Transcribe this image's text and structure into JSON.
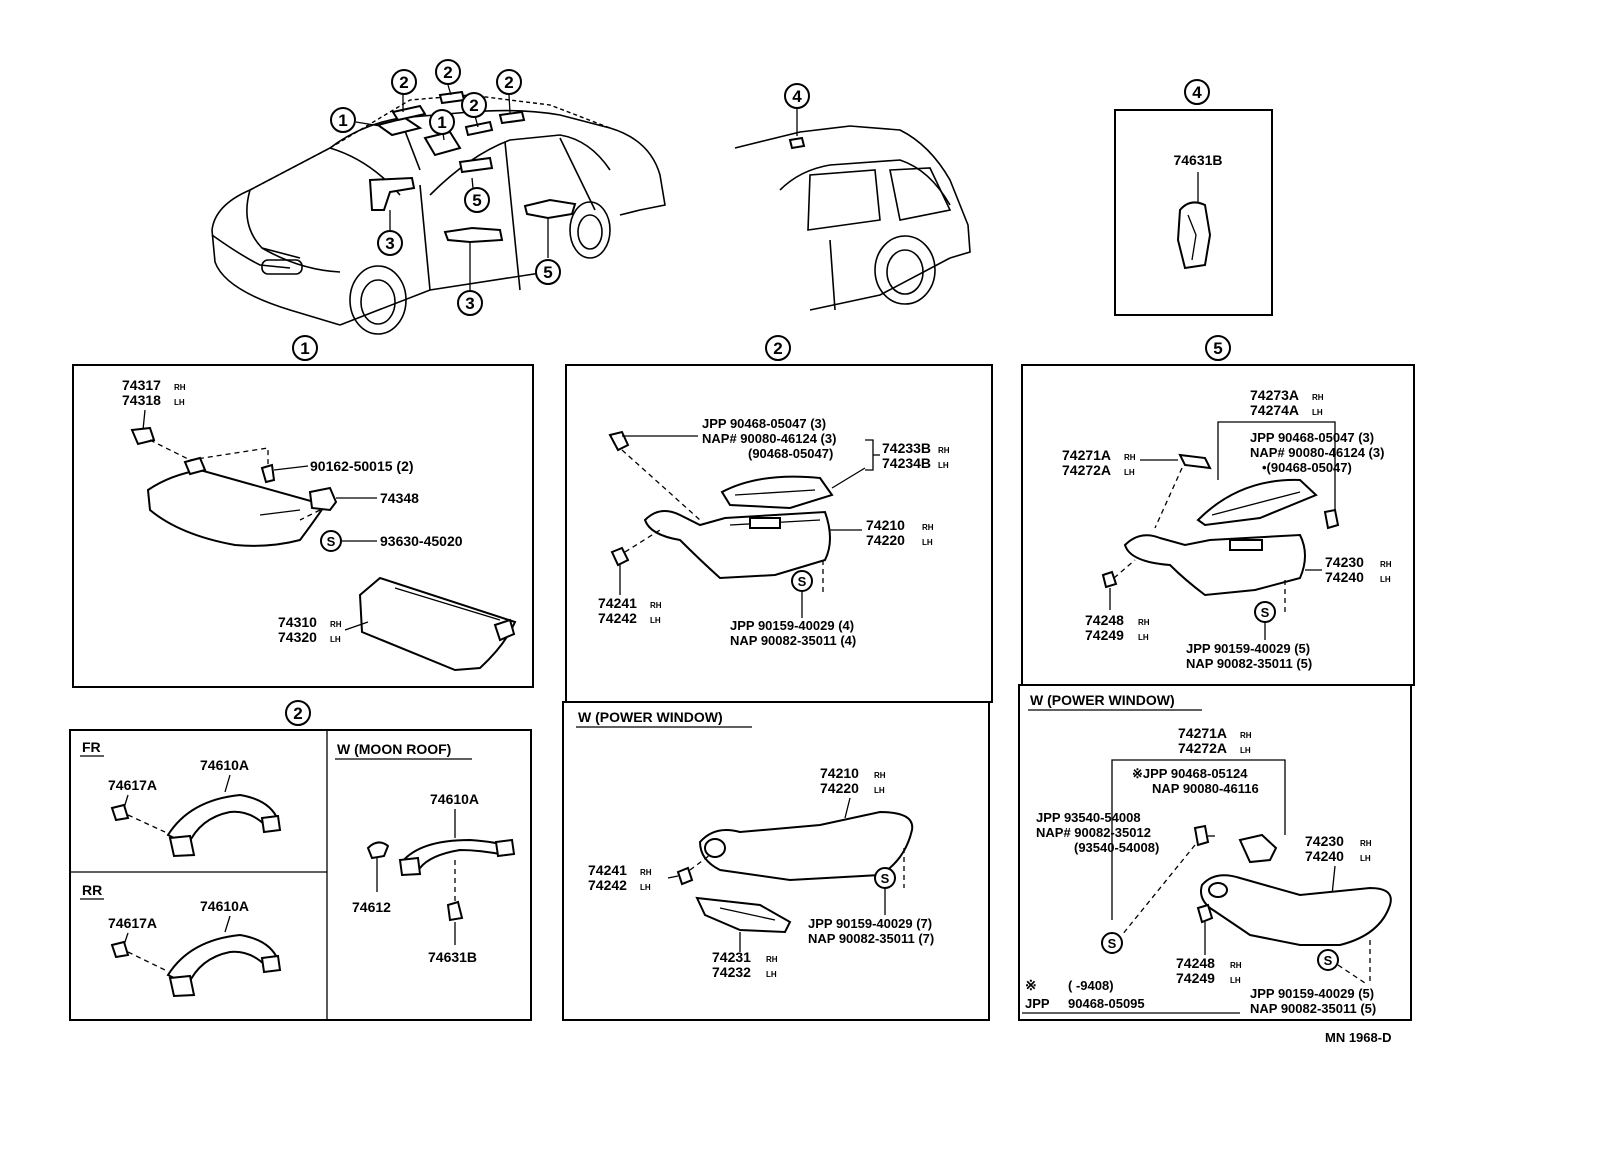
{
  "callouts": {
    "c1": "1",
    "c2": "2",
    "c3": "3",
    "c4": "4",
    "c5": "5"
  },
  "labels": {
    "p74317": "74317",
    "p74318": "74318",
    "p90162": "90162-50015 (2)",
    "p74348": "74348",
    "p93630": "93630-45020",
    "p74310": "74310",
    "p74320": "74320",
    "jpp90468_3": "JPP 90468-05047 (3)",
    "nap90080_3": "NAP# 90080-46124 (3)",
    "paren90468": "(90468-05047)",
    "p74233b": "74233B",
    "p74234b": "74234B",
    "p74210": "74210",
    "p74220": "74220",
    "p74241": "74241",
    "p74242": "74242",
    "jpp90159_4": "JPP 90159-40029 (4)",
    "nap90082_4": "NAP 90082-35011 (4)",
    "p74631b": "74631B",
    "p74273a": "74273A",
    "p74274a": "74274A",
    "p74271a": "74271A",
    "p74272a": "74272A",
    "jpp90468_5": "JPP 90468-05047 (3)",
    "nap90080_5": "NAP# 90080-46124 (3)",
    "paren90468_5": "•(90468-05047)",
    "p74230": "74230",
    "p74240": "74240",
    "p74248": "74248",
    "p74249": "74249",
    "jpp90159_5": "JPP 90159-40029 (5)",
    "nap90082_5": "NAP 90082-35011 (5)",
    "fr": "FR",
    "rr": "RR",
    "p74617a": "74617A",
    "p74610a": "74610A",
    "moonroof": "W (MOON ROOF)",
    "p74612": "74612",
    "powerwindow": "W (POWER WINDOW)",
    "jpp90159_7": "JPP 90159-40029 (7)",
    "nap90082_7": "NAP 90082-35011 (7)",
    "p74231": "74231",
    "p74232": "74232",
    "jpp90468_05124": "※JPP  90468-05124",
    "nap90080_46116": "NAP 90080-46116",
    "jpp93540": "JPP 93540-54008",
    "nap90082_35012": "NAP# 90082-35012",
    "paren93540": "(93540-54008)",
    "note_sym": "※",
    "note_range": "(        -9408)",
    "note_jpp": "JPP",
    "note_part": "90468-05095",
    "rh": "RH",
    "lh": "LH",
    "s": "S",
    "code": "MN 1968-D"
  }
}
